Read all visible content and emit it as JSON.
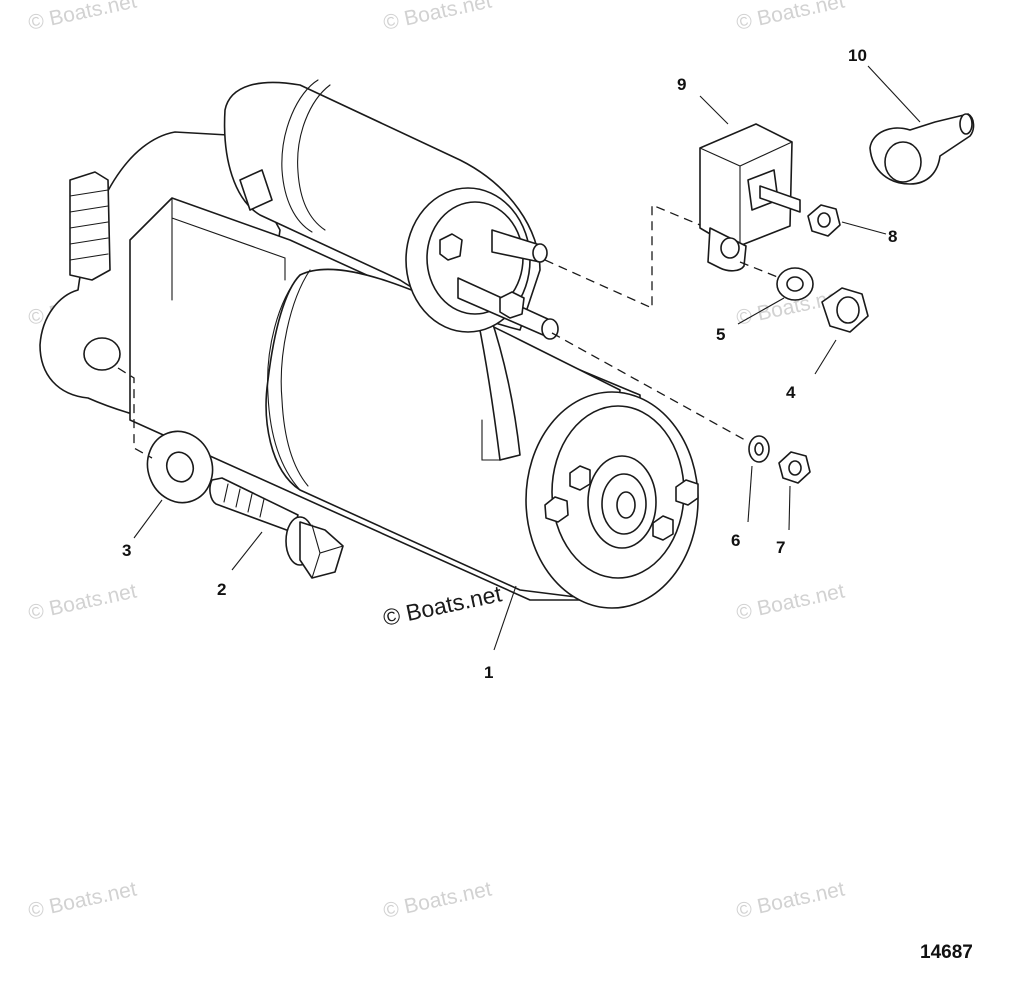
{
  "callouts": [
    {
      "id": "1",
      "label": "1"
    },
    {
      "id": "2",
      "label": "2"
    },
    {
      "id": "3",
      "label": "3"
    },
    {
      "id": "4",
      "label": "4"
    },
    {
      "id": "5",
      "label": "5"
    },
    {
      "id": "6",
      "label": "6"
    },
    {
      "id": "7",
      "label": "7"
    },
    {
      "id": "8",
      "label": "8"
    },
    {
      "id": "9",
      "label": "9"
    },
    {
      "id": "10",
      "label": "10"
    }
  ],
  "watermark": {
    "text": "© Boats.net"
  },
  "center_watermark": {
    "text": "© Boats.net"
  },
  "drawing_number": "14687"
}
